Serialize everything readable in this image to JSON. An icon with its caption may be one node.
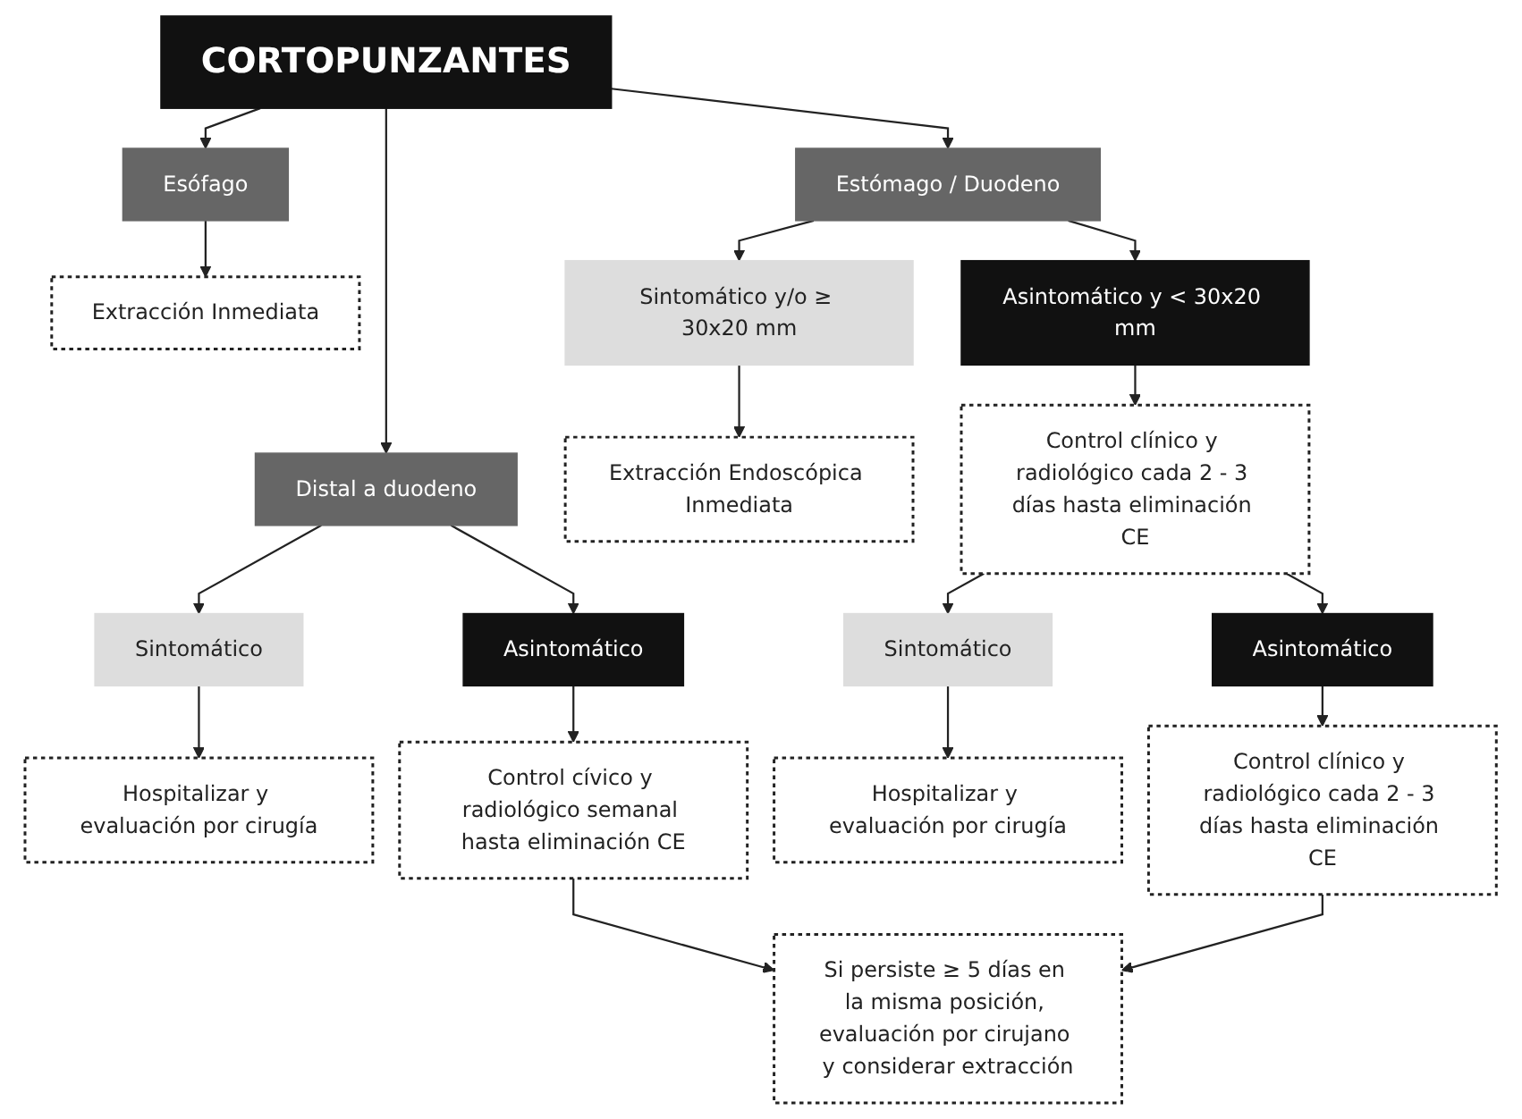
{
  "diagram": {
    "nodes": [
      {
        "text": [
          "CORTOPUNZANTES"
        ]
      },
      {
        "text": [
          "Esófago"
        ]
      },
      {
        "text": [
          "Estómago / Duodeno"
        ]
      },
      {
        "text": [
          "Distal a duodeno"
        ]
      },
      {
        "text": [
          "Extracción Inmediata"
        ]
      },
      {
        "text": [
          "Sintomático y/o ≥ 30x20 mm"
        ]
      },
      {
        "text": [
          "Asintomático y < 30x20 mm"
        ]
      },
      {
        "text": [
          "Sintomático"
        ]
      },
      {
        "text": [
          "Asintomático"
        ]
      },
      {
        "text": [
          "Extracción Endoscópica Inmediata"
        ]
      },
      {
        "text": [
          "Control clínico y radiológico cada 2 - 3 días hasta eliminación CE"
        ]
      },
      {
        "text": [
          "Hospitalizar y evaluación por cirugía"
        ]
      },
      {
        "text": [
          "Control cívico y radiológico semanal hasta eliminación CE"
        ]
      },
      {
        "text": [
          "Sintomático"
        ]
      },
      {
        "text": [
          "Asintomático"
        ]
      },
      {
        "text": [
          "Si persiste ≥ 5 días en la misma posición, evaluación por cirujano y considerar extracción"
        ]
      },
      {
        "text": [
          "Hospitalizar y evaluación por cirugía"
        ]
      },
      {
        "text": [
          "Control clínico y radiológico cada 2 - 3 días hasta eliminación CE"
        ]
      }
    ],
    "edges": [
      {
        "from": 0,
        "to": 1,
        "arrow": "to"
      },
      {
        "from": 0,
        "to": 2,
        "arrow": "to"
      },
      {
        "from": 0,
        "to": 3,
        "arrow": "to"
      },
      {
        "from": 1,
        "to": 4,
        "arrow": "to"
      },
      {
        "from": 2,
        "to": 5,
        "arrow": "to"
      },
      {
        "from": 2,
        "to": 6,
        "arrow": "to"
      },
      {
        "from": 3,
        "to": 7,
        "arrow": "to"
      },
      {
        "from": 3,
        "to": 8,
        "arrow": "to"
      },
      {
        "from": 5,
        "to": 9,
        "arrow": "to"
      },
      {
        "from": 6,
        "to": 10,
        "arrow": "to"
      },
      {
        "from": 7,
        "to": 11,
        "arrow": "to"
      },
      {
        "from": 8,
        "to": 12,
        "arrow": "to"
      },
      {
        "from": 12,
        "to": 15,
        "arrow": "to"
      },
      {
        "from": 10,
        "to": 13,
        "arrow": "to"
      },
      {
        "from": 10,
        "to": 14,
        "arrow": "to"
      },
      {
        "from": 13,
        "to": 16,
        "arrow": "to"
      },
      {
        "from": 14,
        "to": 17,
        "arrow": "to"
      },
      {
        "from": 17,
        "to": 15,
        "arrow": "to"
      }
    ]
  }
}
